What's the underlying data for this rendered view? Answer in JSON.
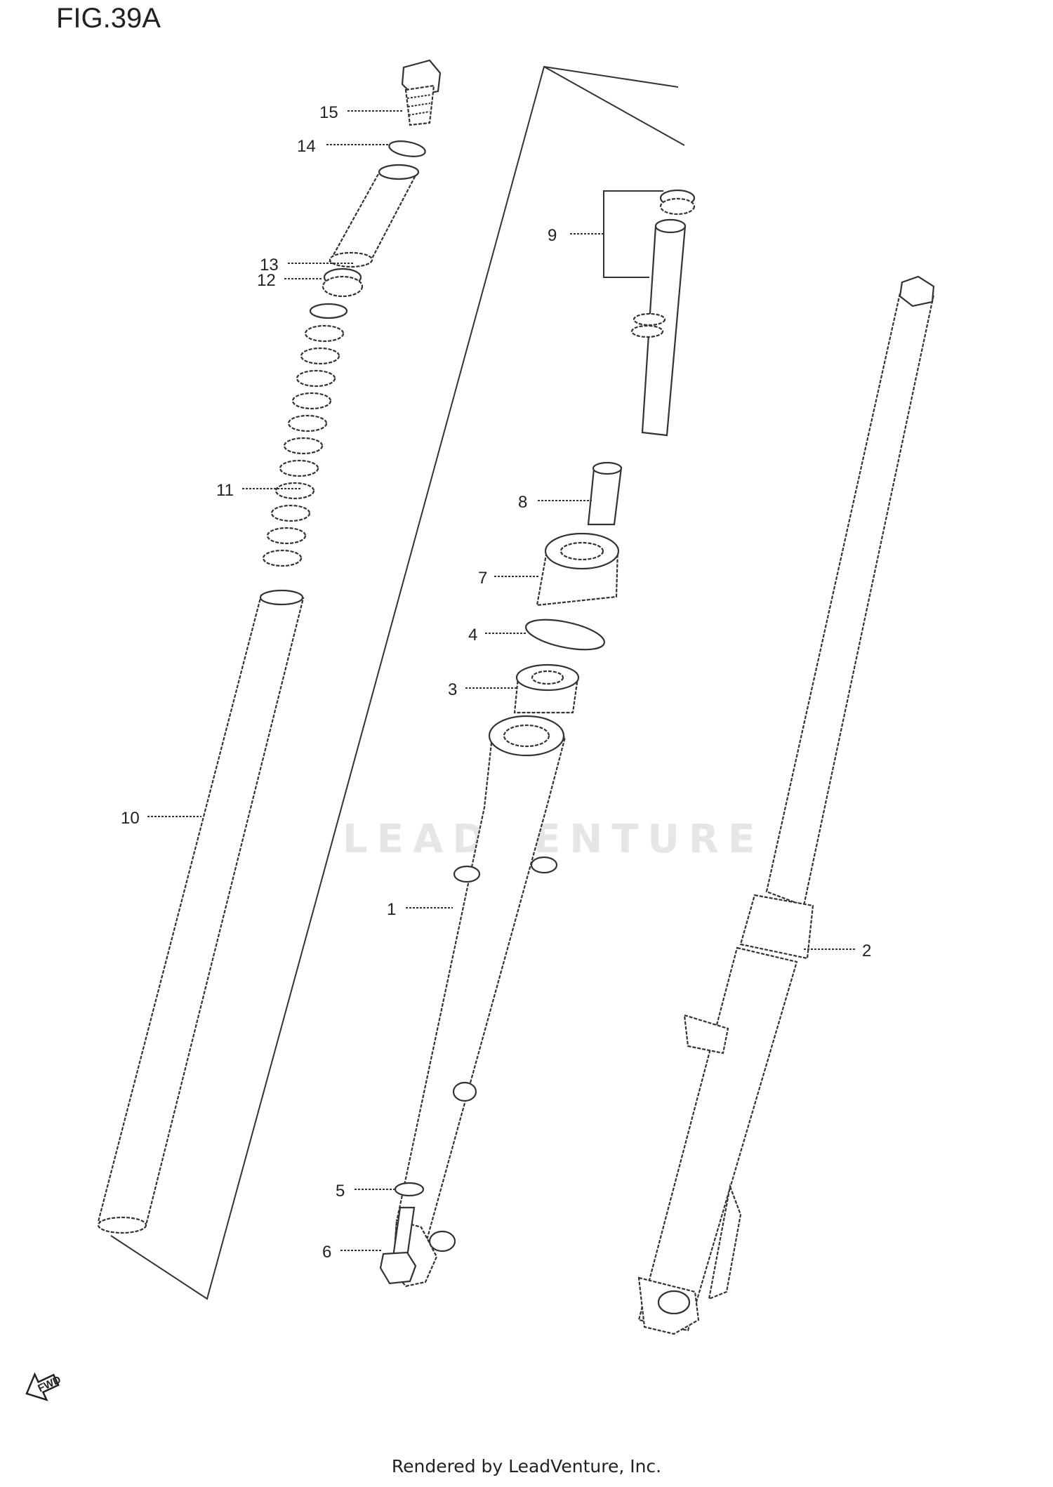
{
  "figure": {
    "title": "FIG.39A",
    "watermark": "LEADVENTURE",
    "footer": "Rendered by LeadVenture, Inc.",
    "fwd_label": "FWD"
  },
  "callouts": {
    "c1": "1",
    "c2": "2",
    "c3": "3",
    "c4": "4",
    "c5": "5",
    "c6": "6",
    "c7": "7",
    "c8": "8",
    "c9": "9",
    "c10": "10",
    "c11": "11",
    "c12": "12",
    "c13": "13",
    "c14": "14",
    "c15": "15"
  }
}
